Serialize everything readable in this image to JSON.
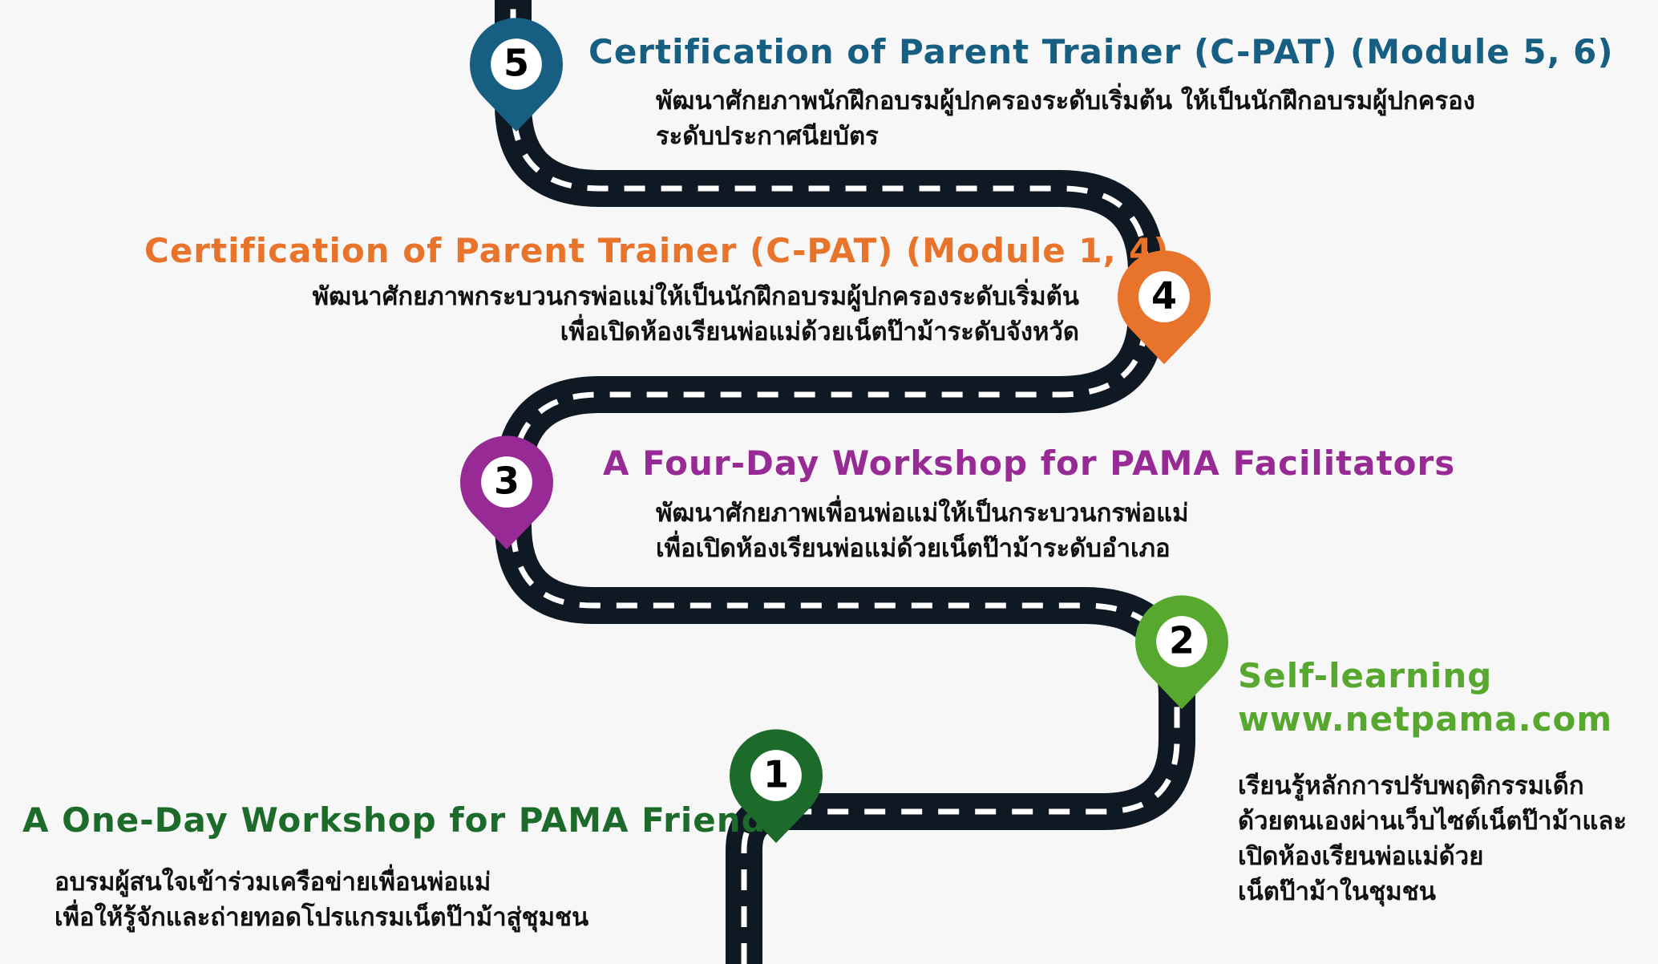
{
  "colors": {
    "road": "#0f1923",
    "stripe": "#ffffff",
    "step1": "#1c6b2a",
    "step2": "#57a82f",
    "step3": "#972a94",
    "step4": "#e8742c",
    "step5": "#175f82"
  },
  "steps": [
    {
      "number": "1",
      "title": "A One-Day Workshop for PAMA Friends",
      "lines": [
        "อบรมผู้สนใจเข้าร่วมเครือข่ายเพื่อนพ่อแม่",
        "เพื่อให้รู้จักและถ่ายทอดโปรแกรมเน็ตป๊าม้าสู่ชุมชน"
      ]
    },
    {
      "number": "2",
      "title": "Self-learning",
      "subtitle": "www.netpama.com",
      "lines": [
        "เรียนรู้หลักการปรับพฤติกรรมเด็ก",
        "ด้วยตนเองผ่านเว็บไซต์เน็ตป๊าม้าและ",
        "เปิดห้องเรียนพ่อแม่ด้วย",
        "เน็ตป๊าม้าในชุมชน"
      ]
    },
    {
      "number": "3",
      "title": "A Four-Day Workshop for PAMA Facilitators",
      "lines": [
        "พัฒนาศักยภาพเพื่อนพ่อแม่ให้เป็นกระบวนกรพ่อแม่",
        "เพื่อเปิดห้องเรียนพ่อแม่ด้วยเน็ตป๊าม้าระดับอำเภอ"
      ]
    },
    {
      "number": "4",
      "title": "Certification of Parent Trainer (C-PAT) (Module 1, 4)",
      "lines": [
        "พัฒนาศักยภาพกระบวนกรพ่อแม่ให้เป็นนักฝึกอบรมผู้ปกครองระดับเริ่มต้น",
        "เพื่อเปิดห้องเรียนพ่อแม่ด้วยเน็ตป๊าม้าระดับจังหวัด"
      ]
    },
    {
      "number": "5",
      "title": "Certification of Parent Trainer (C-PAT) (Module 5, 6)",
      "lines": [
        "พัฒนาศักยภาพนักฝึกอบรมผู้ปกครองระดับเริ่มต้น ให้เป็นนักฝึกอบรมผู้ปกครอง",
        "ระดับประกาศนียบัตร"
      ]
    }
  ]
}
